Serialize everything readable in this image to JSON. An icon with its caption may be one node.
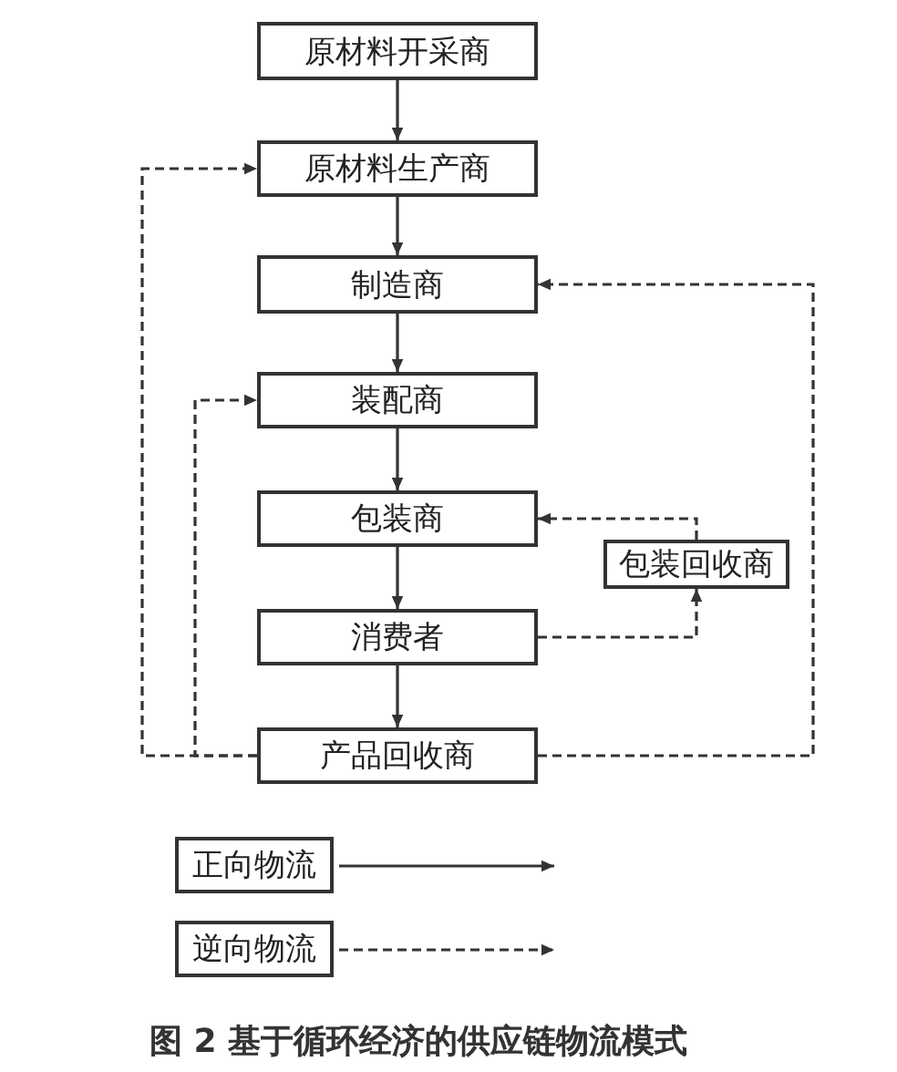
{
  "diagram": {
    "caption": "图 2 基于循环经济的供应链物流模式",
    "nodes": [
      {
        "text": [
          "原材料开采商"
        ]
      },
      {
        "text": [
          "原材料生产商"
        ]
      },
      {
        "text": [
          "制造商"
        ]
      },
      {
        "text": [
          "装配商"
        ]
      },
      {
        "text": [
          "包装商"
        ]
      },
      {
        "text": [
          "消费者"
        ]
      },
      {
        "text": [
          "产品回收商"
        ]
      },
      {
        "text": [
          "包装回收商"
        ]
      }
    ],
    "edges": [
      {
        "from": 0,
        "to": 1,
        "arrow": "to"
      },
      {
        "from": 1,
        "to": 2,
        "arrow": "to"
      },
      {
        "from": 2,
        "to": 3,
        "arrow": "to"
      },
      {
        "from": 3,
        "to": 4,
        "arrow": "to"
      },
      {
        "from": 4,
        "to": 5,
        "arrow": "to"
      },
      {
        "from": 5,
        "to": 6,
        "arrow": "to"
      },
      {
        "from": 6,
        "to": 1,
        "arrow": "to",
        "style": "dashed"
      },
      {
        "from": 6,
        "to": 3,
        "arrow": "to",
        "style": "dashed"
      },
      {
        "from": 6,
        "to": 2,
        "arrow": "to",
        "style": "dashed"
      },
      {
        "from": 5,
        "to": 7,
        "arrow": "to",
        "style": "dashed"
      },
      {
        "from": 7,
        "to": 4,
        "arrow": "to",
        "style": "dashed"
      }
    ],
    "legend": [
      {
        "text": "正向物流"
      },
      {
        "text": "逆向物流"
      }
    ]
  }
}
